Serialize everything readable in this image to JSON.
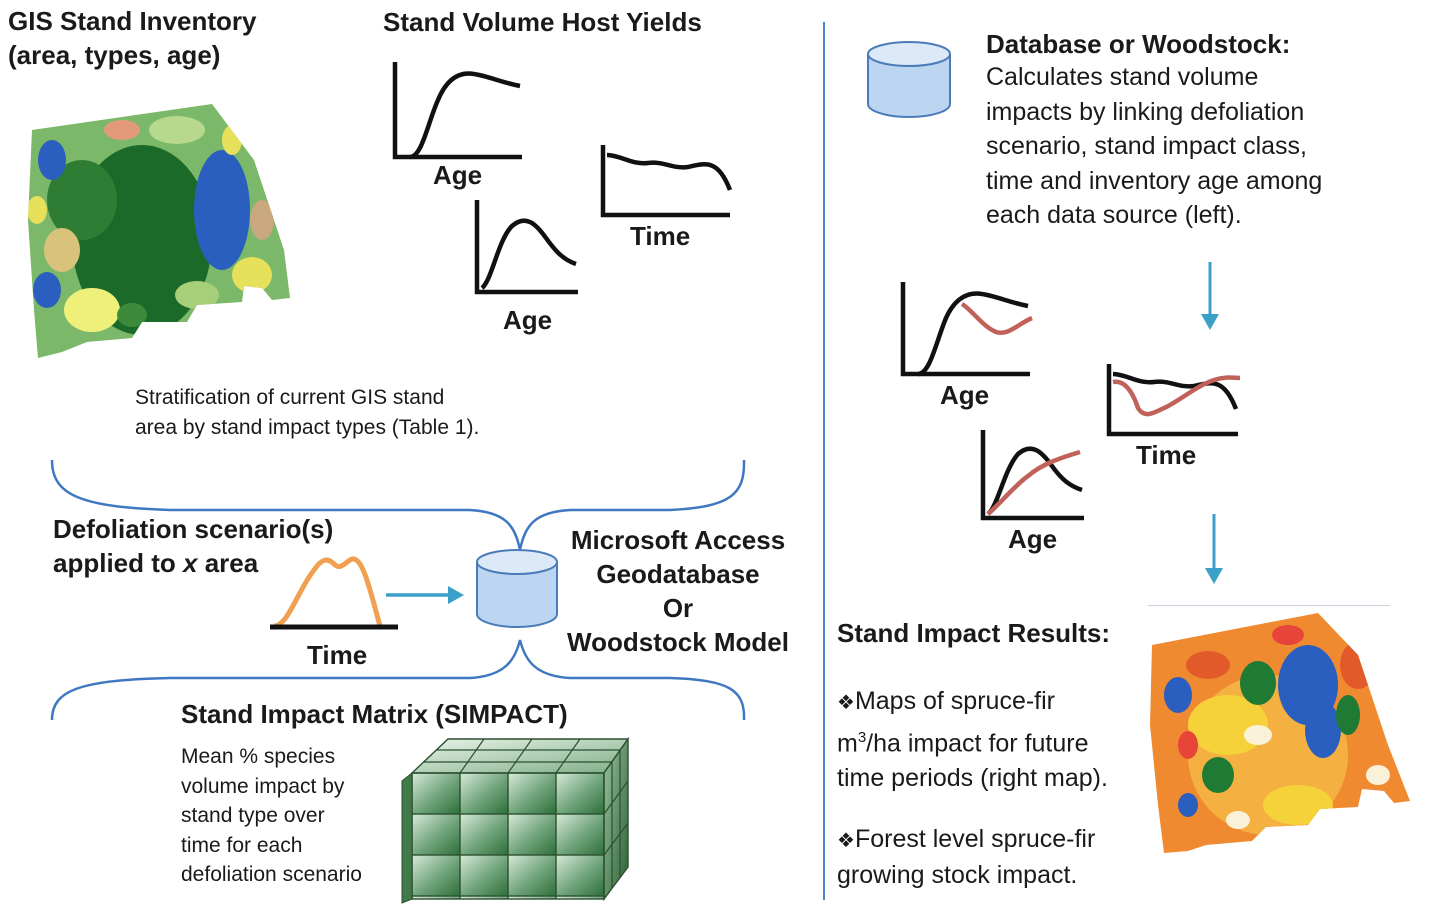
{
  "left": {
    "gis_title_line1": "GIS Stand Inventory",
    "gis_title_line2": "(area, types, age)",
    "yields_title": "Stand Volume Host Yields",
    "yield_axis_age_1": "Age",
    "yield_axis_time": "Time",
    "yield_axis_age_2": "Age",
    "stratification_line1": "Stratification of current GIS stand",
    "stratification_line2": "area by stand impact types (Table 1).",
    "defoliation_line1": "Defoliation scenario(s)",
    "defoliation_line2_pre": "applied to ",
    "defoliation_line2_var": "x",
    "defoliation_line2_post": " area",
    "defoliation_axis_time": "Time",
    "db_line1": "Microsoft Access",
    "db_line2": "Geodatabase",
    "db_line3": "Or",
    "db_line4": "Woodstock Model",
    "simpact_title": "Stand Impact Matrix (SIMPACT)",
    "simpact_desc_line1": "Mean % species",
    "simpact_desc_line2": "volume impact by",
    "simpact_desc_line3": "stand type over",
    "simpact_desc_line4": "time for each",
    "simpact_desc_line5": "defoliation scenario"
  },
  "right": {
    "db_title": "Database or Woodstock:",
    "db_desc_line1": "Calculates stand volume",
    "db_desc_line2": "impacts by linking defoliation",
    "db_desc_line3": "scenario, stand impact class,",
    "db_desc_line4": "time and inventory age among",
    "db_desc_line5": "each data source (left).",
    "impact_axis_age_1": "Age",
    "impact_axis_time": "Time",
    "impact_axis_age_2": "Age",
    "results_title": "Stand Impact Results:",
    "bullet1_line1": "Maps of spruce-fir",
    "bullet1_line2_pre": "m",
    "bullet1_line2_sup": "3",
    "bullet1_line2_post": "/ha impact for future",
    "bullet1_line3": "time periods (right map).",
    "bullet2_line1": "Forest level spruce-fir",
    "bullet2_line2": "growing stock impact.",
    "bullet_glyph": "❖"
  },
  "colors": {
    "divider": "#4a86c8",
    "brace": "#3f78c0",
    "arrow": "#3aa0c8",
    "defoliation_curve": "#f0a050",
    "impact_curve": "#c0625a",
    "db_fill": "#bcd6f2",
    "db_stroke": "#4b7bb8",
    "cube_green": "#2e6e3a",
    "cube_light": "#d8ead8"
  }
}
